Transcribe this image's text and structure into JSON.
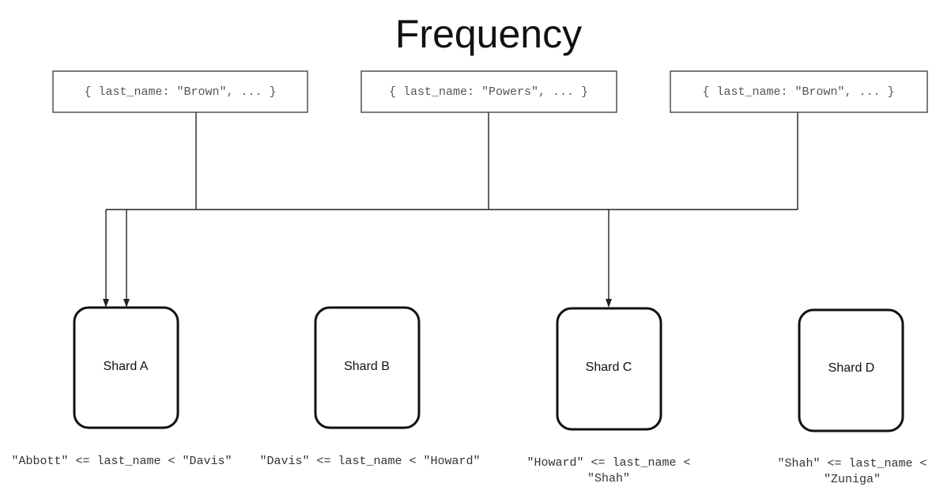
{
  "title": "Frequency",
  "documents": [
    {
      "label": "{ last_name: \"Brown\", ... }"
    },
    {
      "label": "{ last_name: \"Powers\", ... }"
    },
    {
      "label": "{ last_name: \"Brown\", ... }"
    }
  ],
  "shards": [
    {
      "name": "Shard A",
      "range_lines": [
        "\"Abbott\" <= last_name < \"Davis\""
      ]
    },
    {
      "name": "Shard B",
      "range_lines": [
        "\"Davis\" <= last_name < \"Howard\""
      ]
    },
    {
      "name": "Shard C",
      "range_lines": [
        "\"Howard\" <= last_name <",
        "\"Shah\""
      ]
    },
    {
      "name": "Shard D",
      "range_lines": [
        "\"Shah\" <= last_name <",
        "\"Zuniga\""
      ]
    }
  ],
  "routes": [
    {
      "from_document": 0,
      "to_shard": "Shard A"
    },
    {
      "from_document": 1,
      "to_shard": "Shard C"
    },
    {
      "from_document": 2,
      "to_shard": "Shard A"
    }
  ]
}
